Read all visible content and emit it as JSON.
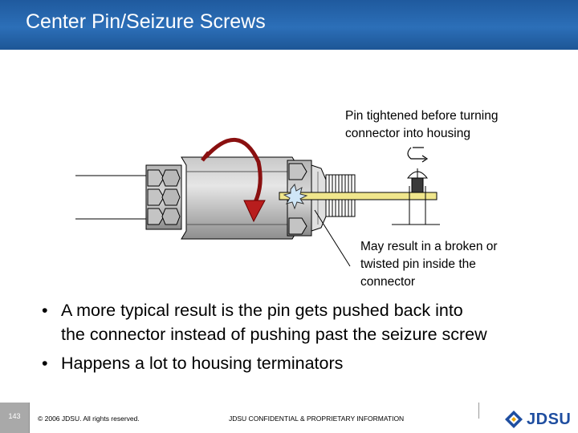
{
  "slide": {
    "title": "Center Pin/Seizure Screws"
  },
  "callouts": {
    "top": [
      "Pin tightened before turning",
      "connector into housing"
    ],
    "bottom": [
      "May result in a broken or",
      "twisted pin inside the",
      "connector"
    ]
  },
  "bullets": [
    {
      "marker": "•",
      "lines": [
        "A more typical result is the pin gets pushed back into",
        "the connector instead of pushing past the seizure screw"
      ]
    },
    {
      "marker": "•",
      "lines": [
        "Happens a lot to housing terminators"
      ]
    }
  ],
  "footer": {
    "page_number": "143",
    "copyright": "© 2006 JDSU. All rights reserved.",
    "confidential": "JDSU CONFIDENTIAL & PROPRIETARY INFORMATION",
    "logo_text": "JDSU"
  },
  "colors": {
    "header": "#2c6fb8",
    "arrow": "#c0392b",
    "pin": "#f0e68c",
    "connector_body": "#a8a8a8"
  },
  "icons": {
    "logo": "jdsu-logo-icon",
    "rotate": "rotate-arrow-icon",
    "break": "broken-pin-icon"
  }
}
